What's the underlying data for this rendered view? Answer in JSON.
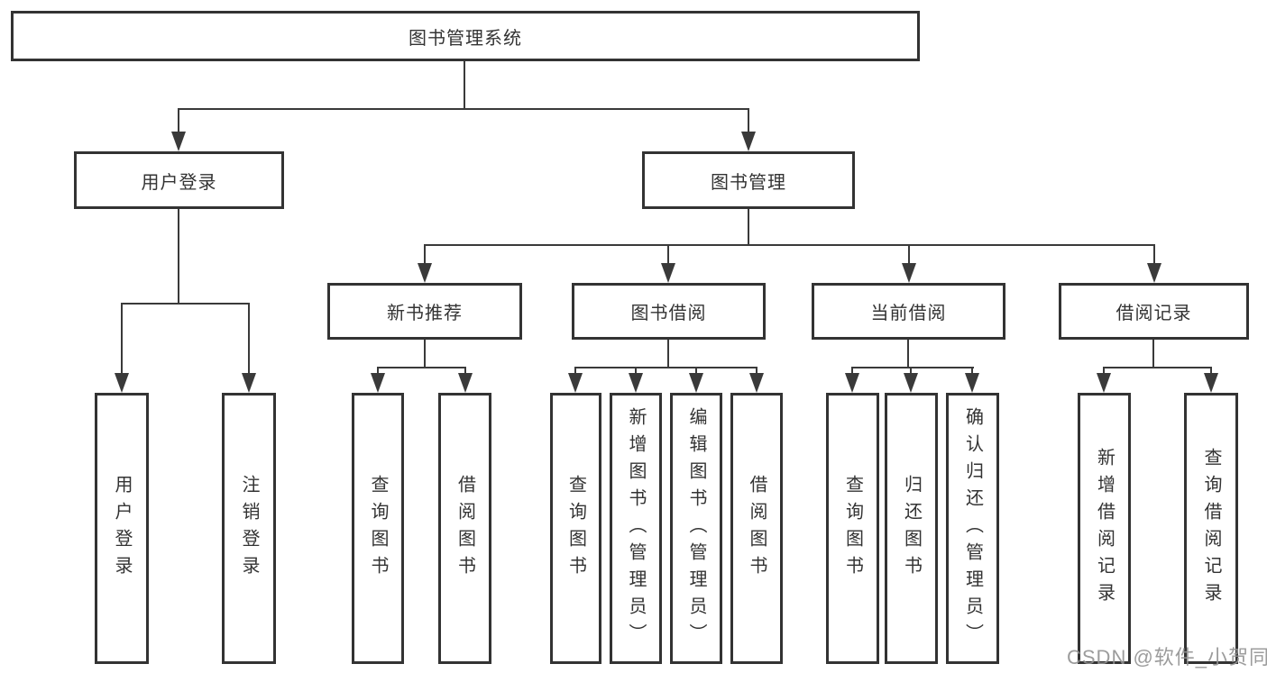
{
  "diagram": {
    "root": {
      "label": "图书管理系统"
    },
    "level2": [
      {
        "label": "用户登录",
        "leaves": [
          {
            "label": "用户登录"
          },
          {
            "label": "注销登录"
          }
        ]
      },
      {
        "label": "图书管理",
        "groups": [
          {
            "label": "新书推荐",
            "leaves": [
              {
                "label": "查询图书"
              },
              {
                "label": "借阅图书"
              }
            ]
          },
          {
            "label": "图书借阅",
            "leaves": [
              {
                "label": "查询图书"
              },
              {
                "label": "新增图书（管理员）"
              },
              {
                "label": "编辑图书（管理员）"
              },
              {
                "label": "借阅图书"
              }
            ]
          },
          {
            "label": "当前借阅",
            "leaves": [
              {
                "label": "查询图书"
              },
              {
                "label": "归还图书"
              },
              {
                "label": "确认归还（管理员）"
              }
            ]
          },
          {
            "label": "借阅记录",
            "leaves": [
              {
                "label": "新增借阅记录"
              },
              {
                "label": "查询借阅记录"
              }
            ]
          }
        ]
      }
    ],
    "watermark": "CSDN @软件_小贺同学",
    "colors": {
      "line": "#3a3a3a",
      "box_border": "#333333",
      "text": "#333333",
      "watermark": "#919191",
      "background": "#ffffff"
    }
  }
}
